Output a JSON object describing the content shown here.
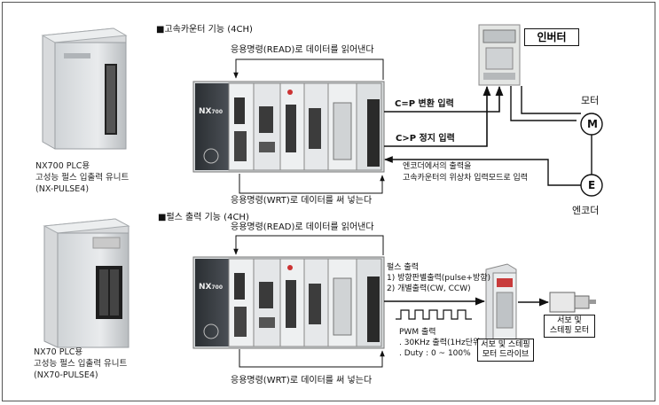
{
  "section_top": {
    "title": "■고속카운터 기능 (4CH)",
    "read_label": "응용명령(READ)로 데이터를 읽어낸다",
    "write_label": "응용명령(WRT)로 데이터를 써 넣는다",
    "cp_convert": "C=P 변환 입력",
    "cp_stop": "C>P 정지 입력",
    "encoder_note_1": "엔코더에서의 출력을",
    "encoder_note_2": "고속카운터의 위상차 입력모드로 입력",
    "inverter": "인버터",
    "motor_label": "모터",
    "motor_symbol": "M",
    "encoder_label": "엔코더",
    "encoder_symbol": "E",
    "unit_caption_1": "NX700 PLC용",
    "unit_caption_2": "고성능 펄스 입출력 유니트",
    "unit_caption_3": "(NX-PULSE4)"
  },
  "section_bottom": {
    "title": "■펄스 출력 기능 (4CH)",
    "read_label": "응용명령(READ)로 데이터를 읽어낸다",
    "write_label": "응용명령(WRT)로 데이터를 써 넣는다",
    "pulse_title": "펄스 출력",
    "pulse_1": "1) 방향판별출력(pulse+방향)",
    "pulse_2": "2) 개별출력(CW, CCW)",
    "pwm_title": "PWM 출력",
    "pwm_1": ". 30KHz 출력(1Hz단위)",
    "pwm_2": ". Duty : 0 ~ 100%",
    "drive_1": "서보 및 스테핑",
    "drive_2": "모터 드라이브",
    "motor_1": "서보 및",
    "motor_2": "스테핑 모터",
    "unit_caption_1": "NX70 PLC용",
    "unit_caption_2": "고성능 펄스 입출력 유니트",
    "unit_caption_3": "(NX70-PULSE4)"
  },
  "plc": {
    "logo": "NX",
    "logo_sub": "700"
  }
}
